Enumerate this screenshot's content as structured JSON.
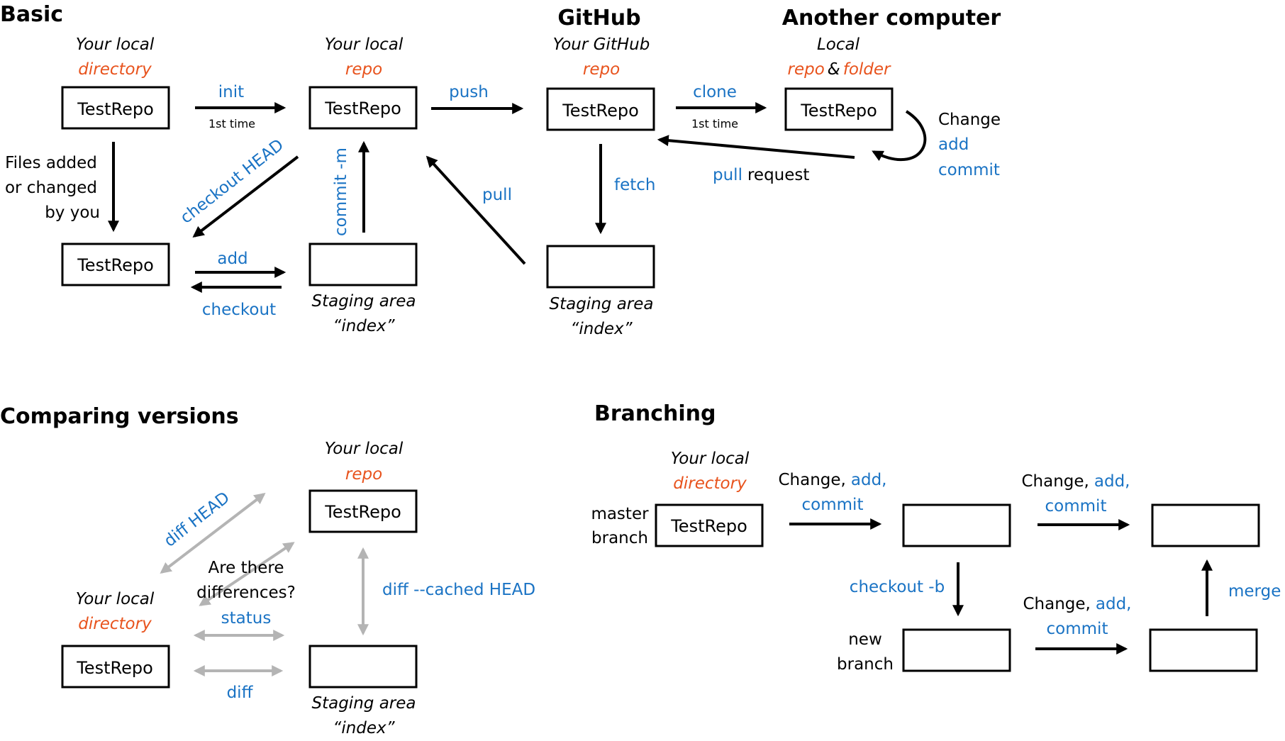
{
  "colors": {
    "command": "#1a73c4",
    "location": "#e8531d",
    "compare_arrow": "#b4b4b4",
    "arrow": "#000000"
  },
  "basic": {
    "title": "Basic",
    "github_title": "GitHub",
    "another_title": "Another computer",
    "local_dir": {
      "line1": "Your local",
      "line2": "directory",
      "box": "TestRepo"
    },
    "local_repo": {
      "line1": "Your local",
      "line2": "repo",
      "box": "TestRepo"
    },
    "github_repo": {
      "line1": "Your GitHub",
      "line2": "repo",
      "box": "TestRepo"
    },
    "other_local": {
      "line1": "Local",
      "repo_word": "repo",
      "amp": "&",
      "folder_word": "folder",
      "box": "TestRepo"
    },
    "changed_box": "TestRepo",
    "files_changed": [
      "Files added",
      "or changed",
      "by you"
    ],
    "init": "init",
    "init_note": "1st time",
    "push": "push",
    "clone": "clone",
    "clone_note": "1st time",
    "pull_request_cmd": "pull",
    "pull_request_rest": "request",
    "change_loop": {
      "change": "Change",
      "add": "add",
      "commit": "commit"
    },
    "checkout_head": "checkout HEAD",
    "commit_m": "commit -m",
    "pull": "pull",
    "fetch": "fetch",
    "add": "add",
    "checkout": "checkout",
    "staging_local": {
      "line1": "Staging area",
      "line2": "“index”"
    },
    "staging_github": {
      "line1": "Staging area",
      "line2": "“index”"
    }
  },
  "comparing": {
    "title": "Comparing versions",
    "repo": {
      "line1": "Your local",
      "line2": "repo",
      "box": "TestRepo"
    },
    "dir": {
      "line1": "Your local",
      "line2": "directory",
      "box": "TestRepo"
    },
    "staging": {
      "line1": "Staging area",
      "line2": "“index”"
    },
    "diff_head": "diff HEAD",
    "question": [
      "Are there",
      "differences?"
    ],
    "status": "status",
    "diff": "diff",
    "diff_cached": "diff --cached HEAD"
  },
  "branching": {
    "title": "Branching",
    "dir": {
      "line1": "Your local",
      "line2": "directory",
      "box": "TestRepo"
    },
    "master": [
      "master",
      "branch"
    ],
    "new_branch": [
      "new",
      "branch"
    ],
    "change1": {
      "change": "Change,",
      "add": "add,",
      "commit": "commit"
    },
    "change2": {
      "change": "Change,",
      "add": "add,",
      "commit": "commit"
    },
    "change3": {
      "change": "Change,",
      "add": "add,",
      "commit": "commit"
    },
    "checkout_b": "checkout -b",
    "merge": "merge"
  }
}
